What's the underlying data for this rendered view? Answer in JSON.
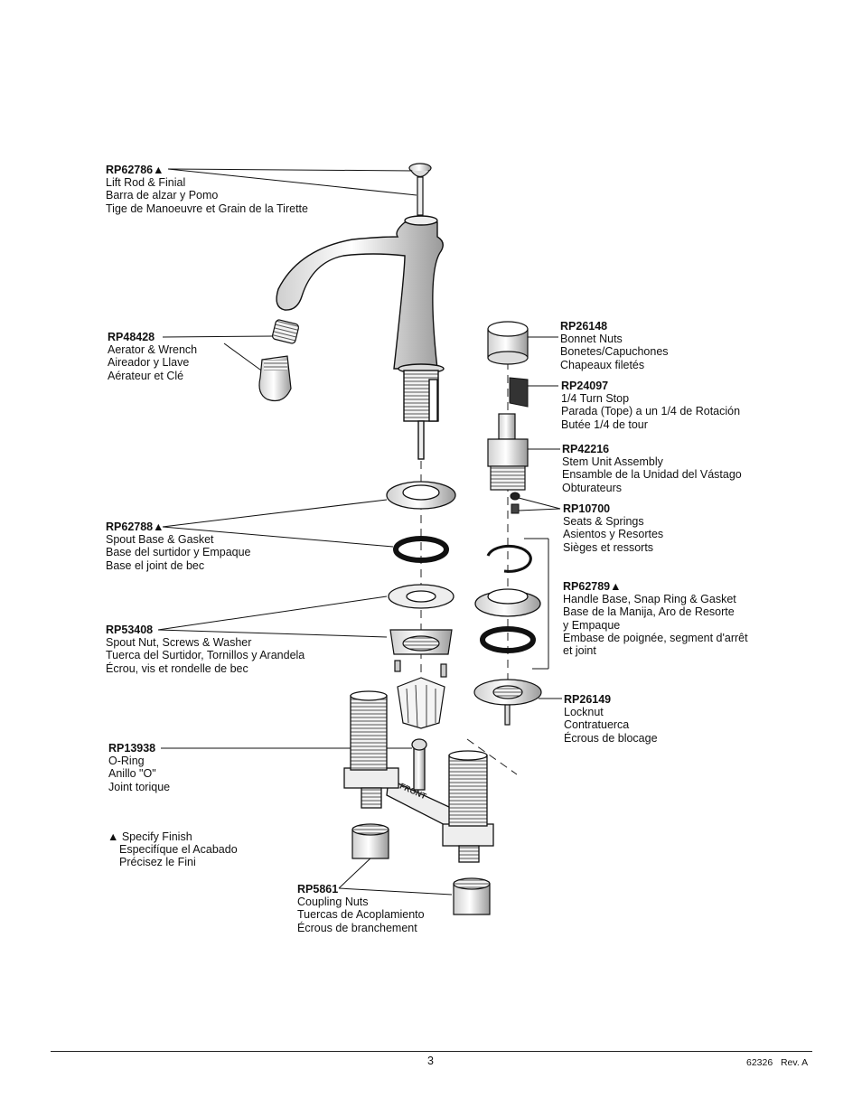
{
  "parts": [
    {
      "code": "RP62786▲",
      "lines": [
        "Lift Rod & Finial",
        "Barra de alzar y Pomo",
        "Tige de Manoeuvre et Grain de la Tirette"
      ]
    },
    {
      "code": "RP48428",
      "lines": [
        "Aerator & Wrench",
        "Aireador y Llave",
        "Aérateur et Clé"
      ]
    },
    {
      "code": "RP62788▲",
      "lines": [
        "Spout Base & Gasket",
        "Base del surtidor y Empaque",
        "Base el joint de bec"
      ]
    },
    {
      "code": "RP53408",
      "lines": [
        "Spout Nut, Screws & Washer",
        "Tuerca del Surtidor, Tornillos y Arandela",
        "Écrou, vis et rondelle de bec"
      ]
    },
    {
      "code": "RP13938",
      "lines": [
        "O-Ring",
        "Anillo \"O\"",
        "Joint torique"
      ]
    },
    {
      "code": "RP5861",
      "lines": [
        "Coupling Nuts",
        "Tuercas de Acoplamiento",
        "Écrous de branchement"
      ]
    },
    {
      "code": "RP26148",
      "lines": [
        "Bonnet Nuts",
        "Bonetes/Capuchones",
        "Chapeaux filetés"
      ]
    },
    {
      "code": "RP24097",
      "lines": [
        "1/4 Turn Stop",
        "Parada (Tope) a un 1/4 de Rotación",
        "Butée 1/4 de tour"
      ]
    },
    {
      "code": "RP42216",
      "lines": [
        "Stem Unit Assembly",
        "Ensamble de la Unidad del Vástago",
        "Obturateurs"
      ]
    },
    {
      "code": "RP10700",
      "lines": [
        "Seats & Springs",
        "Asientos y Resortes",
        "Sièges et ressorts"
      ]
    },
    {
      "code": "RP62789▲",
      "lines": [
        "Handle Base, Snap Ring & Gasket",
        "Base de la Manija, Aro de Resorte",
        "y Empaque",
        "Embase de poignée, segment d'arrêt",
        "et joint"
      ]
    },
    {
      "code": "RP26149",
      "lines": [
        "Locknut",
        "Contratuerca",
        "Écrous de blocage"
      ]
    }
  ],
  "specify_finish": [
    "▲ Specify Finish",
    "Especifíque el Acabado",
    "Précisez le Fini"
  ],
  "manifold_label": "FRONT",
  "footer": {
    "page_number": "3",
    "doc_number": "62326",
    "revision": "Rev. A"
  }
}
